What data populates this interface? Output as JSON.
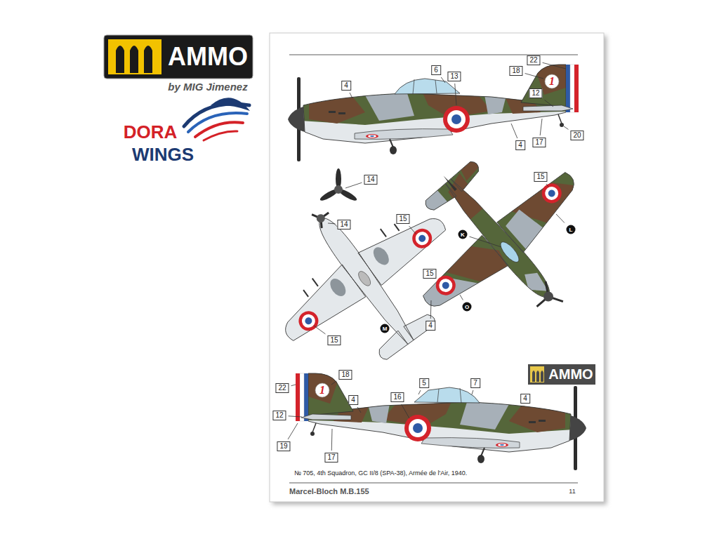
{
  "diagram": {
    "caption": "№ 705, 4th Squadron, GC II/8 (SPA-38), Armée de l'Air, 1940.",
    "labels": [
      "AMMO",
      "by MIG Jimenez",
      "DORA",
      "WINGS",
      "4",
      "6",
      "13",
      "18",
      "22",
      "12",
      "1",
      "4",
      "17",
      "20",
      "14",
      "14",
      "15",
      "15",
      "M",
      "15",
      "K",
      "L",
      "15",
      "O",
      "4",
      "AMMO",
      "22",
      "1",
      "18",
      "4",
      "5",
      "7",
      "16",
      "4",
      "12",
      "19",
      "17",
      "Marcel-Bloch M.B.155",
      "11"
    ]
  }
}
